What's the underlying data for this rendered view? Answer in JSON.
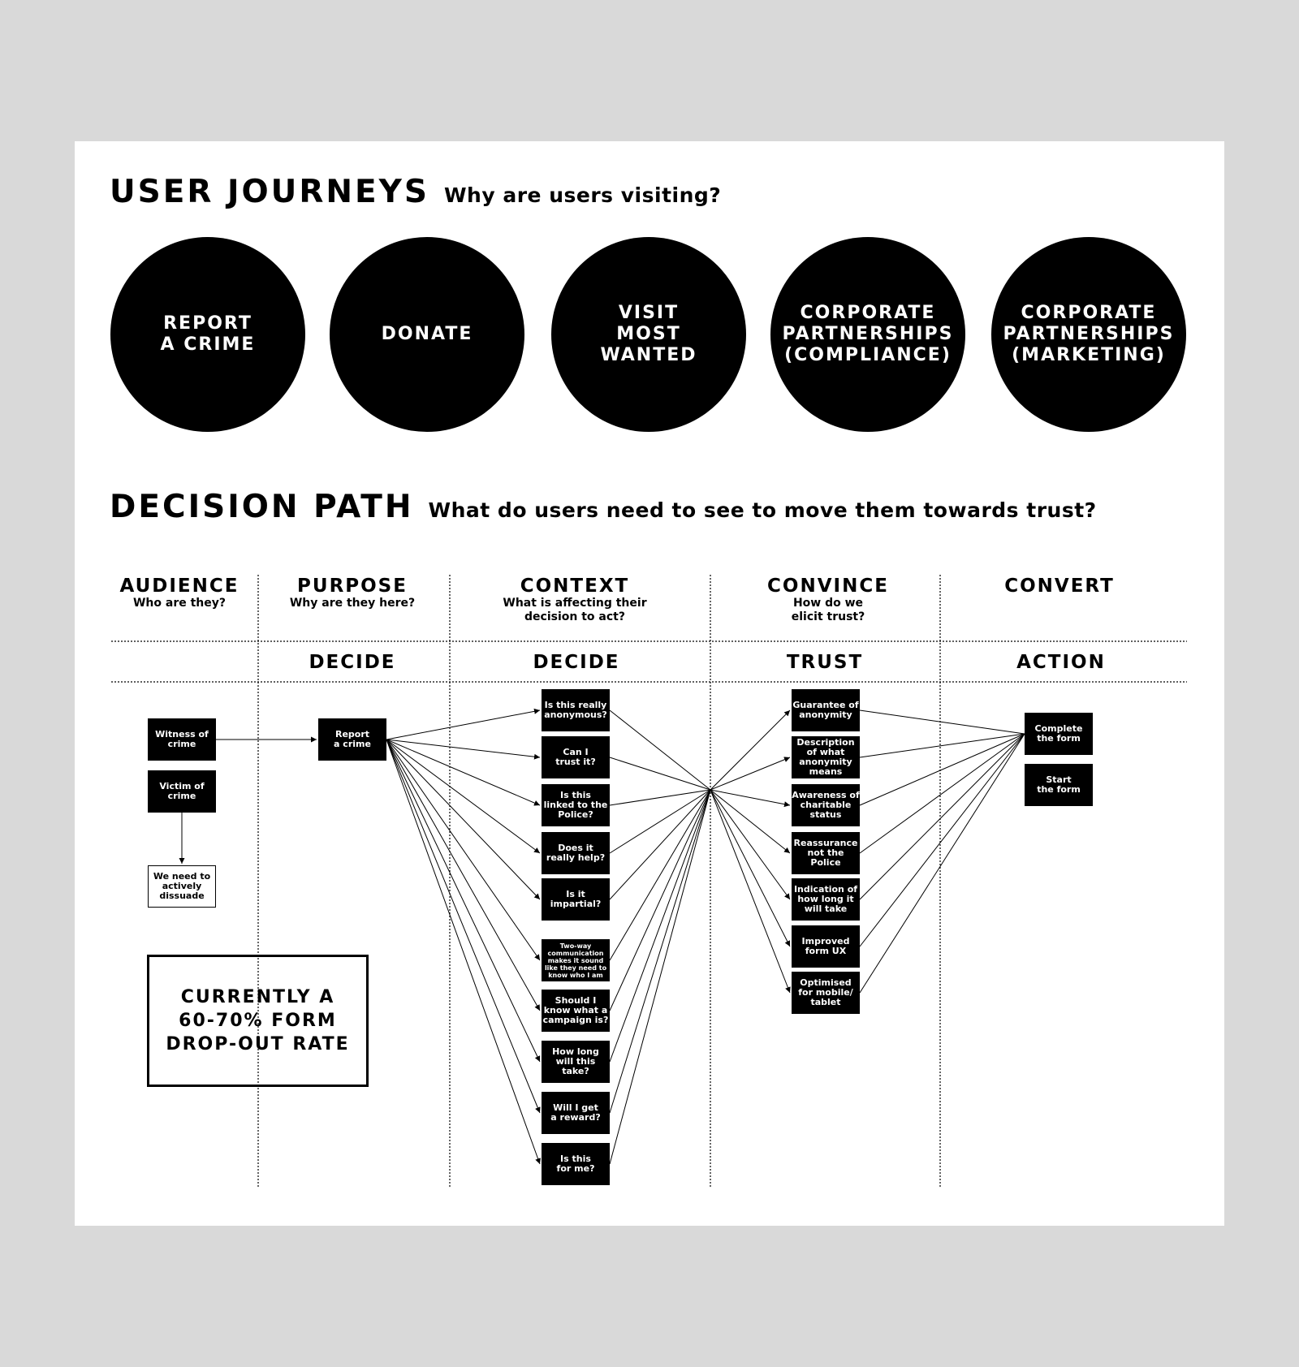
{
  "journeys": {
    "title": "USER JOURNEYS",
    "subtitle": "Why are users visiting?",
    "items": [
      "REPORT\nA CRIME",
      "DONATE",
      "VISIT\nMOST\nWANTED",
      "CORPORATE\nPARTNERSHIPS\n(COMPLIANCE)",
      "CORPORATE\nPARTNERSHIPS\n(MARKETING)"
    ]
  },
  "decision": {
    "title": "DECISION PATH",
    "subtitle": "What do users need to see to move them towards trust?",
    "columns": [
      {
        "title": "AUDIENCE",
        "sub": "Who are they?"
      },
      {
        "title": "PURPOSE",
        "sub": "Why are they here?"
      },
      {
        "title": "CONTEXT",
        "sub": "What is affecting their\ndecision to act?"
      },
      {
        "title": "CONVINCE",
        "sub": "How do we\nelicit trust?"
      },
      {
        "title": "CONVERT",
        "sub": ""
      }
    ],
    "stages": [
      "DECIDE",
      "DECIDE",
      "TRUST",
      "ACTION"
    ],
    "audience": [
      "Witness of\ncrime",
      "Victim of\ncrime",
      "We need to\nactively\ndissuade"
    ],
    "purpose": [
      "Report\na crime"
    ],
    "context": [
      "Is this really\nanonymous?",
      "Can I\ntrust it?",
      "Is this\nlinked to the\nPolice?",
      "Does it\nreally help?",
      "Is it\nimpartial?",
      "Two-way\ncommunication\nmakes it sound\nlike they need to\nknow who I am",
      "Should I\nknow what a\ncampaign is?",
      "How long\nwill this\ntake?",
      "Will I get\na reward?",
      "Is this\nfor me?"
    ],
    "convince": [
      "Guarantee of\nanonymity",
      "Description\nof what\nanonymity\nmeans",
      "Awareness of\ncharitable\nstatus",
      "Reassurance\nnot the\nPolice",
      "Indication of\nhow long it\nwill take",
      "Improved\nform UX",
      "Optimised\nfor mobile/\ntablet"
    ],
    "convert": [
      "Complete\nthe form",
      "Start\nthe form"
    ],
    "callout": "CURRENTLY A\n60-70% FORM\nDROP-OUT RATE"
  }
}
